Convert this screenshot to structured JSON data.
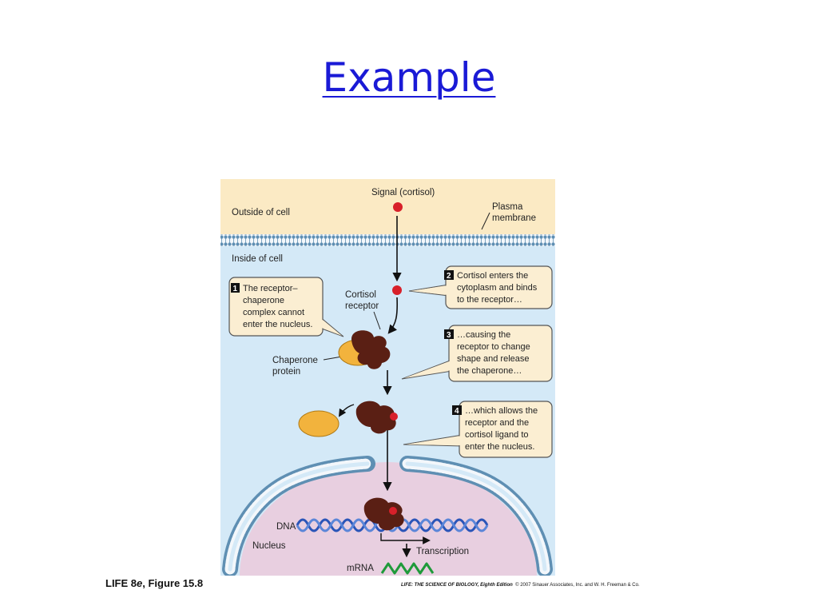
{
  "slide": {
    "title": "Example"
  },
  "diagram": {
    "labels": {
      "signal": "Signal (cortisol)",
      "outside": "Outside of cell",
      "plasma_membrane": [
        "Plasma",
        "membrane"
      ],
      "inside": "Inside of cell",
      "cortisol_receptor": [
        "Cortisol",
        "receptor"
      ],
      "chaperone_protein": [
        "Chaperone",
        "protein"
      ],
      "dna": "DNA",
      "nucleus": "Nucleus",
      "transcription": "Transcription",
      "mrna": "mRNA"
    },
    "callouts": [
      {
        "number": "1",
        "lines": [
          "The receptor–",
          "chaperone",
          "complex cannot",
          "enter the nucleus."
        ]
      },
      {
        "number": "2",
        "lines": [
          "Cortisol enters the",
          "cytoplasm and binds",
          "to the receptor…"
        ]
      },
      {
        "number": "3",
        "lines": [
          "…causing the",
          "receptor to change",
          "shape and release",
          "the chaperone…"
        ]
      },
      {
        "number": "4",
        "lines": [
          "…which allows the",
          "receptor and the",
          "cortisol ligand to",
          "enter the nucleus."
        ]
      }
    ],
    "colors": {
      "outside": "#fbeac4",
      "cytoplasm": "#d4e9f7",
      "nucleus": "#e8cfe0",
      "membrane": "#5f8fb3",
      "cortisol": "#d8202a",
      "receptor": "#5a1f14",
      "chaperone": "#f2b33d",
      "dna": "#2a55b8",
      "mrna": "#1f9a3a",
      "title_link": "#1a1ad6"
    }
  },
  "footer": {
    "caption_prefix": "LIFE 8",
    "caption_italic": "e",
    "caption_suffix": ", Figure 15.8",
    "credit_bold": "LIFE: THE SCIENCE OF BIOLOGY, Eighth Edition",
    "credit_rest": "© 2007 Sinauer Associates, Inc. and W. H. Freeman & Co."
  }
}
